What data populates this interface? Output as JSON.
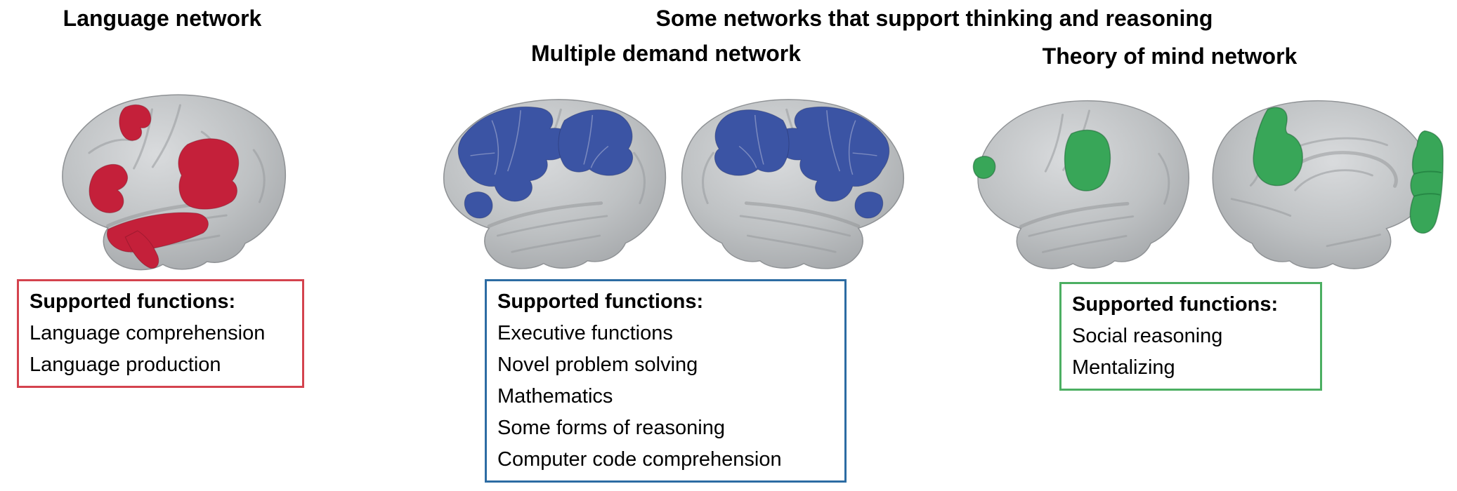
{
  "figure": {
    "main_title": "Some networks that support thinking and reasoning",
    "background_color": "#ffffff",
    "text_color": "#000000",
    "brain_base_color": "#bec1c3",
    "panels": [
      {
        "id": "language-network",
        "title": "Language network",
        "accent_color": "#d4434e",
        "region_color": "#c4203a",
        "brains": [
          {
            "view": "left hemisphere, lateral view",
            "highlight": "frontal and temporal language regions"
          }
        ],
        "box": {
          "heading": "Supported functions:",
          "items": [
            "Language comprehension",
            "Language production"
          ]
        }
      },
      {
        "id": "multiple-demand-network",
        "title": "Multiple demand network",
        "accent_color": "#2d6ca3",
        "region_color": "#3b54a4",
        "brains": [
          {
            "view": "left hemisphere, lateral view",
            "highlight": "frontal and parietal multiple-demand regions"
          },
          {
            "view": "right hemisphere, lateral view",
            "highlight": "frontal and parietal multiple-demand regions"
          }
        ],
        "box": {
          "heading": "Supported functions:",
          "items": [
            "Executive functions",
            "Novel problem solving",
            "Mathematics",
            "Some forms of reasoning",
            "Computer code comprehension"
          ]
        }
      },
      {
        "id": "theory-of-mind-network",
        "title": "Theory of mind network",
        "accent_color": "#4caf62",
        "region_color": "#38a658",
        "brains": [
          {
            "view": "lateral view",
            "highlight": "temporo-parietal junction and anterior frontal region"
          },
          {
            "view": "medial view",
            "highlight": "precuneus and medial prefrontal regions"
          }
        ],
        "box": {
          "heading": "Supported functions:",
          "items": [
            "Social reasoning",
            "Mentalizing"
          ]
        }
      }
    ]
  }
}
